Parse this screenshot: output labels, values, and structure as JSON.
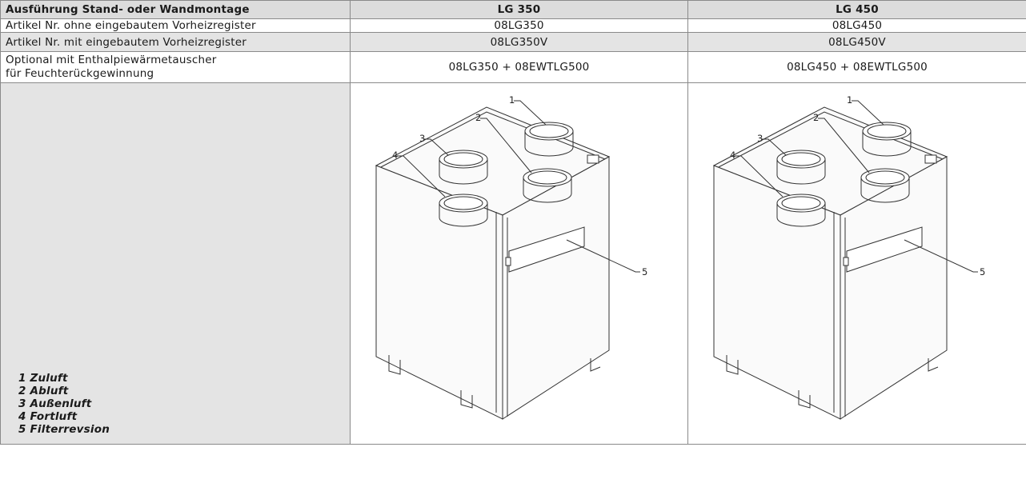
{
  "table": {
    "headers": [
      "Ausführung Stand- oder Wandmontage",
      "LG 350",
      "LG 450"
    ],
    "rows": [
      {
        "label_lines": [
          "Artikel Nr. ohne eingebautem Vorheizregister"
        ],
        "lg350": "08LG350",
        "lg450": "08LG450"
      },
      {
        "label_lines": [
          "Artikel Nr. mit eingebautem Vorheizregister"
        ],
        "lg350": "08LG350V",
        "lg450": "08LG450V"
      },
      {
        "label_lines": [
          "Optional mit Enthalpiewärmetauscher",
          "für Feuchterückgewinnung"
        ],
        "lg350": "08LG350 + 08EWTLG500",
        "lg450": "08LG450 + 08EWTLG500"
      }
    ]
  },
  "legend": [
    "1 Zuluft",
    "2 Abluft",
    "3 Außenluft",
    "4 Fortluft",
    "5 Filterrevsion"
  ],
  "callouts": [
    "1",
    "2",
    "3",
    "4",
    "5"
  ],
  "colors": {
    "header_bg": "#dcdcdc",
    "row_grey": "#e4e4e4",
    "border": "#8a8a8a"
  }
}
